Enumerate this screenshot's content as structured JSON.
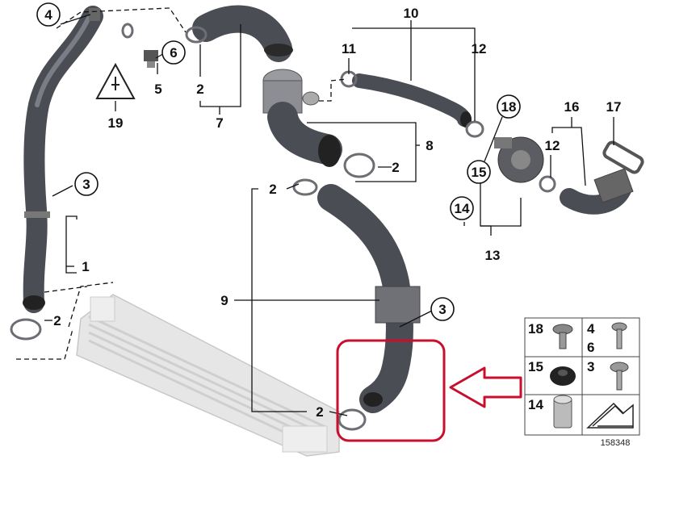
{
  "callouts": {
    "c1": "1",
    "c2a": "2",
    "c2b": "2",
    "c2c": "2",
    "c2d": "2",
    "c2e": "2",
    "c3a": "3",
    "c3b": "3",
    "c4": "4",
    "c5": "5",
    "c6": "6",
    "c7": "7",
    "c8": "8",
    "c9": "9",
    "c10": "10",
    "c11": "11",
    "c12a": "12",
    "c12b": "12",
    "c13": "13",
    "c14": "14",
    "c15": "15",
    "c16": "16",
    "c17": "17",
    "c18": "18",
    "c19": "19"
  },
  "legend": {
    "cell_18": "18",
    "cell_4": "4",
    "cell_6": "6",
    "cell_15": "15",
    "cell_3": "3",
    "cell_14": "14"
  },
  "reference_number": "158348",
  "colors": {
    "hose": "#4b4d55",
    "highlight_box": "#c8102e",
    "arrow": "#c8102e",
    "intercooler": "#d9d9d9"
  },
  "icons": [
    "warning-triangle-icon",
    "pointer-arrow-icon"
  ]
}
